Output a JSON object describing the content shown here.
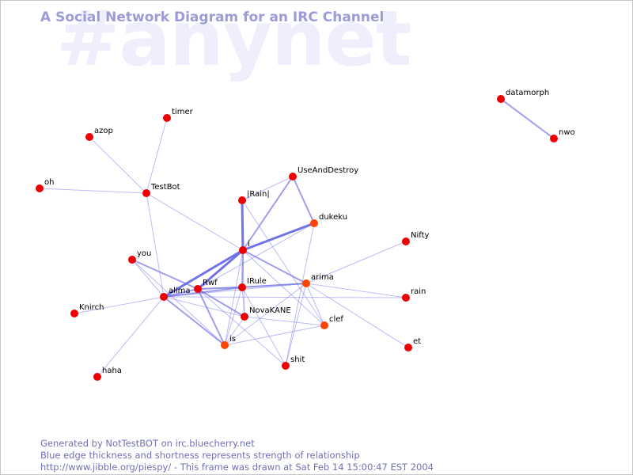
{
  "watermark": "#anynet",
  "title": "A Social Network Diagram for an IRC Channel",
  "footer": {
    "line1": "Generated by NotTestBOT on irc.bluecherry.net",
    "line2": "Blue edge thickness and shortness represents strength of relationship",
    "line3": "http://www.jibble.org/piespy/ - This frame was drawn at Sat Feb 14 15:00:47 EST 2004"
  },
  "colors": {
    "node_default": "#ee0000",
    "node_active": "#ff4400",
    "edge": "#6a6ae6"
  },
  "nodes": [
    {
      "id": "datamorph",
      "label": "datamorph"
    },
    {
      "id": "nwo",
      "label": "nwo"
    },
    {
      "id": "timer",
      "label": "timer"
    },
    {
      "id": "azop",
      "label": "azop"
    },
    {
      "id": "TestBot",
      "label": "TestBot"
    },
    {
      "id": "oh",
      "label": "oh"
    },
    {
      "id": "UseAndDestroy",
      "label": "UseAndDestroy"
    },
    {
      "id": "Rain",
      "label": "|Rain|"
    },
    {
      "id": "dukeku",
      "label": "dukeku",
      "active": true
    },
    {
      "id": "Nifty",
      "label": "Nifty"
    },
    {
      "id": "i",
      "label": "i"
    },
    {
      "id": "you",
      "label": "you"
    },
    {
      "id": "Rwf",
      "label": "Rwf"
    },
    {
      "id": "IRule",
      "label": "IRule"
    },
    {
      "id": "arima",
      "label": "arima",
      "active": true
    },
    {
      "id": "alima",
      "label": "alima"
    },
    {
      "id": "rain",
      "label": "rain"
    },
    {
      "id": "Knirch",
      "label": "Knirch"
    },
    {
      "id": "NovaKANE",
      "label": "NovaKANE"
    },
    {
      "id": "clef",
      "label": "clef",
      "active": true
    },
    {
      "id": "is",
      "label": "is",
      "active": true
    },
    {
      "id": "et",
      "label": "et"
    },
    {
      "id": "shit",
      "label": "shit"
    },
    {
      "id": "haha",
      "label": "haha"
    }
  ],
  "edges": [
    {
      "from": "datamorph",
      "to": "nwo",
      "strength": 2
    },
    {
      "from": "timer",
      "to": "TestBot",
      "strength": 1
    },
    {
      "from": "azop",
      "to": "TestBot",
      "strength": 1
    },
    {
      "from": "oh",
      "to": "TestBot",
      "strength": 1
    },
    {
      "from": "TestBot",
      "to": "i",
      "strength": 1
    },
    {
      "from": "TestBot",
      "to": "alima",
      "strength": 1
    },
    {
      "from": "UseAndDestroy",
      "to": "i",
      "strength": 2
    },
    {
      "from": "UseAndDestroy",
      "to": "dukeku",
      "strength": 2
    },
    {
      "from": "UseAndDestroy",
      "to": "Rain",
      "strength": 1
    },
    {
      "from": "Rain",
      "to": "i",
      "strength": 3
    },
    {
      "from": "Rain",
      "to": "clef",
      "strength": 1
    },
    {
      "from": "dukeku",
      "to": "i",
      "strength": 3
    },
    {
      "from": "dukeku",
      "to": "Rwf",
      "strength": 1
    },
    {
      "from": "dukeku",
      "to": "shit",
      "strength": 1
    },
    {
      "from": "i",
      "to": "alima",
      "strength": 3
    },
    {
      "from": "i",
      "to": "Rwf",
      "strength": 3
    },
    {
      "from": "i",
      "to": "IRule",
      "strength": 2
    },
    {
      "from": "i",
      "to": "arima",
      "strength": 2
    },
    {
      "from": "i",
      "to": "NovaKANE",
      "strength": 1
    },
    {
      "from": "i",
      "to": "is",
      "strength": 1
    },
    {
      "from": "i",
      "to": "clef",
      "strength": 1
    },
    {
      "from": "Nifty",
      "to": "arima",
      "strength": 1
    },
    {
      "from": "arima",
      "to": "rain",
      "strength": 1
    },
    {
      "from": "arima",
      "to": "et",
      "strength": 1
    },
    {
      "from": "arima",
      "to": "clef",
      "strength": 1
    },
    {
      "from": "arima",
      "to": "shit",
      "strength": 1
    },
    {
      "from": "arima",
      "to": "alima",
      "strength": 1
    },
    {
      "from": "arima",
      "to": "Rwf",
      "strength": 1
    },
    {
      "from": "arima",
      "to": "IRule",
      "strength": 2
    },
    {
      "from": "arima",
      "to": "is",
      "strength": 1
    },
    {
      "from": "you",
      "to": "alima",
      "strength": 1
    },
    {
      "from": "you",
      "to": "Rwf",
      "strength": 2
    },
    {
      "from": "you",
      "to": "is",
      "strength": 1
    },
    {
      "from": "Rwf",
      "to": "alima",
      "strength": 2
    },
    {
      "from": "Rwf",
      "to": "IRule",
      "strength": 2
    },
    {
      "from": "Rwf",
      "to": "NovaKANE",
      "strength": 2
    },
    {
      "from": "Rwf",
      "to": "is",
      "strength": 2
    },
    {
      "from": "Rwf",
      "to": "shit",
      "strength": 1
    },
    {
      "from": "IRule",
      "to": "alima",
      "strength": 2
    },
    {
      "from": "IRule",
      "to": "NovaKANE",
      "strength": 1
    },
    {
      "from": "IRule",
      "to": "is",
      "strength": 1
    },
    {
      "from": "IRule",
      "to": "shit",
      "strength": 1
    },
    {
      "from": "alima",
      "to": "Knirch",
      "strength": 1
    },
    {
      "from": "alima",
      "to": "haha",
      "strength": 1
    },
    {
      "from": "alima",
      "to": "is",
      "strength": 2
    },
    {
      "from": "alima",
      "to": "NovaKANE",
      "strength": 1
    },
    {
      "from": "alima",
      "to": "rain",
      "strength": 1
    },
    {
      "from": "NovaKANE",
      "to": "is",
      "strength": 1
    },
    {
      "from": "NovaKANE",
      "to": "clef",
      "strength": 1
    },
    {
      "from": "is",
      "to": "clef",
      "strength": 1
    }
  ]
}
